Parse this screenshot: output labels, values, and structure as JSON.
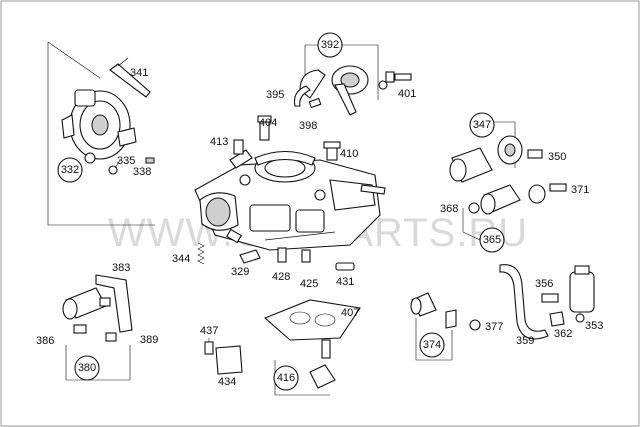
{
  "watermark": "WWW.CARPARTS.RU",
  "callouts": {
    "c332": "332",
    "c392": "392",
    "c347": "347",
    "c365": "365",
    "c380": "380",
    "c416": "416",
    "c374": "374"
  },
  "labels": {
    "l341": "341",
    "l335": "335",
    "l338": "338",
    "l395": "395",
    "l398": "398",
    "l401": "401",
    "l404": "404",
    "l413": "413",
    "l410": "410",
    "l350": "350",
    "l368": "368",
    "l371": "371",
    "l344": "344",
    "l329": "329",
    "l428": "428",
    "l425": "425",
    "l431": "431",
    "l383": "383",
    "l386": "386",
    "l389": "389",
    "l437": "437",
    "l434": "434",
    "l407": "407",
    "l377": "377",
    "l356": "356",
    "l362": "362",
    "l353": "353",
    "l359": "359"
  }
}
